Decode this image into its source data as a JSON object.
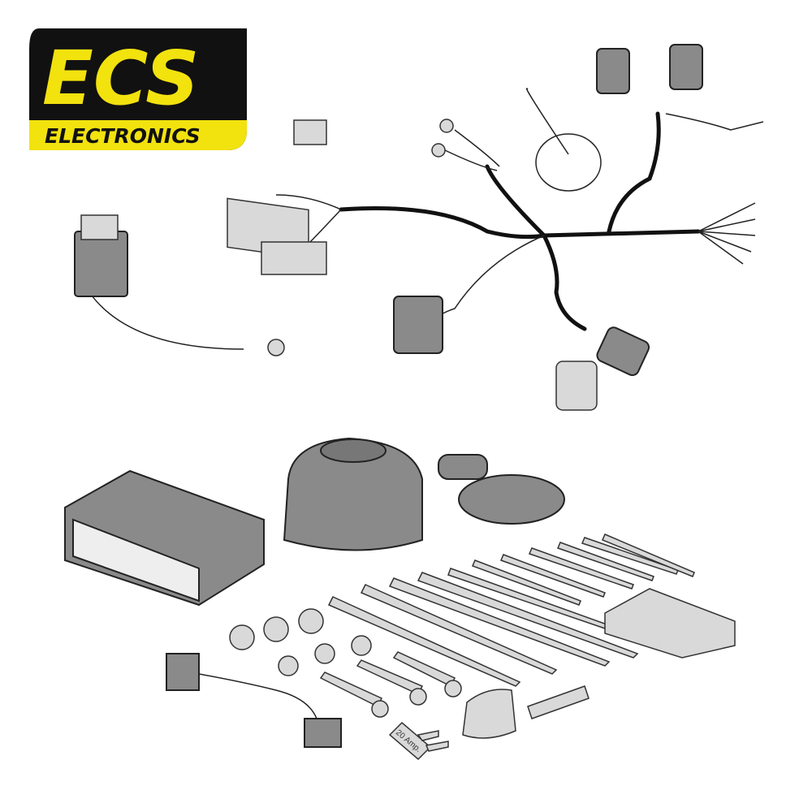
{
  "logo": {
    "brand": "ECS",
    "subtitle": "ELECTRONICS",
    "colors": {
      "background": "#111111",
      "yellow": "#f2e20e"
    }
  },
  "fuse": {
    "label": "20 Amp."
  }
}
